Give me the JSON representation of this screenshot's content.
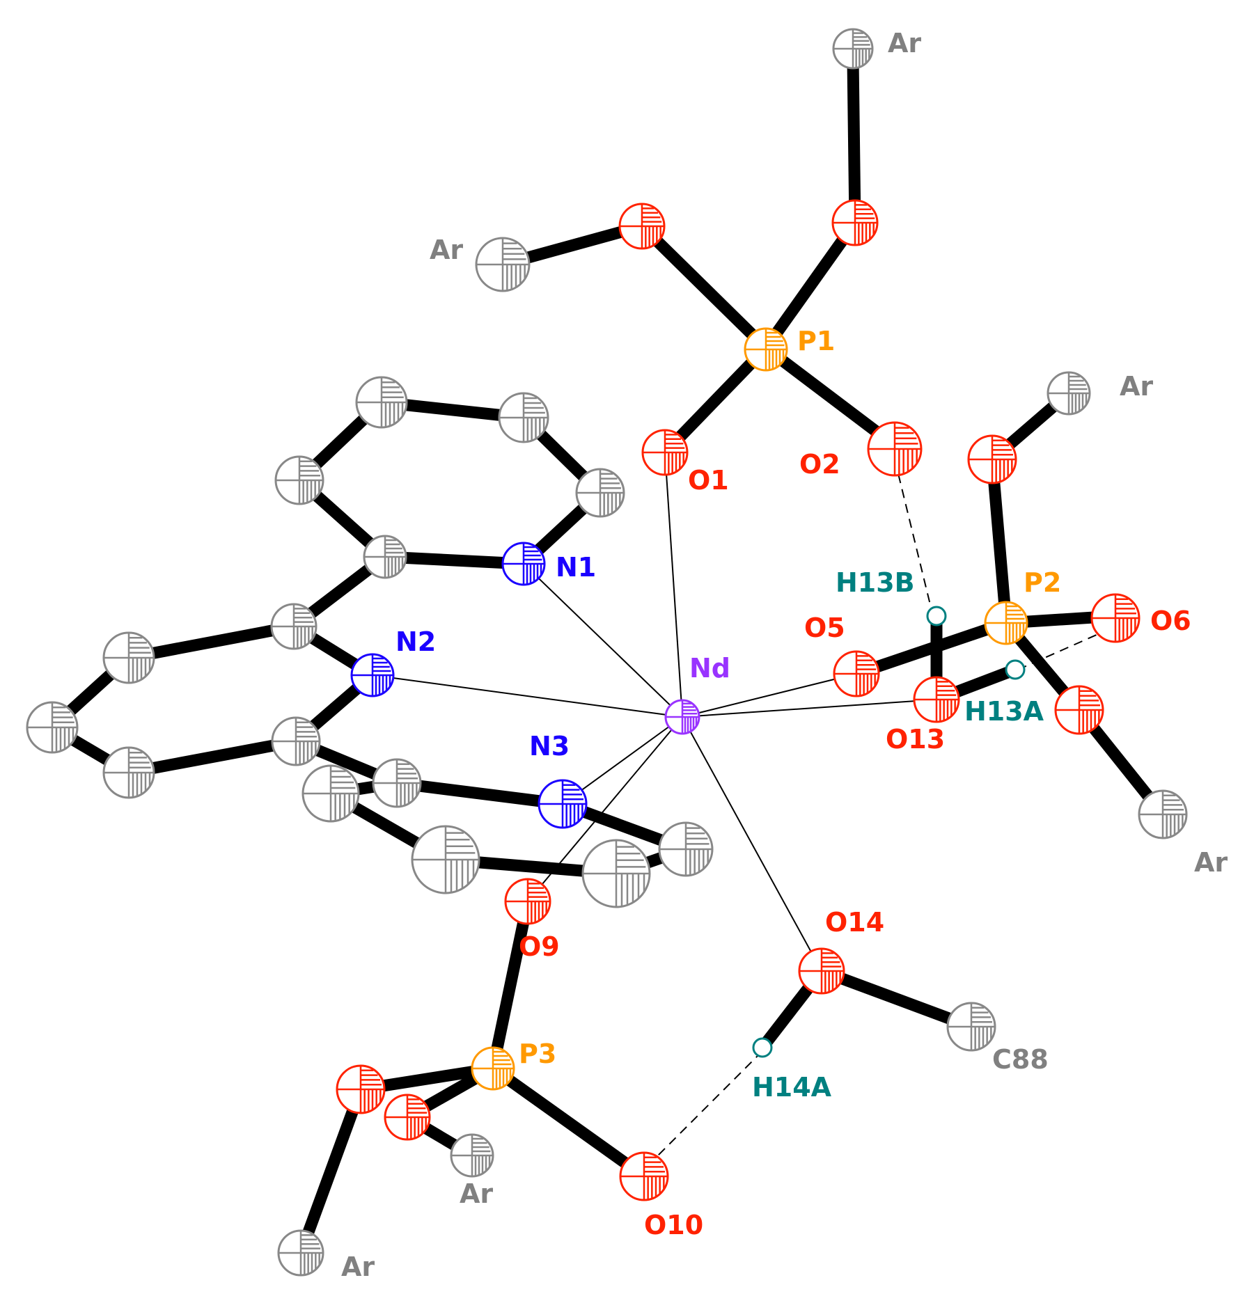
{
  "colors": {
    "carbon": "#888888",
    "oxygen": "#ff2200",
    "nitrogen": "#1a00ff",
    "phosphorus": "#ff9900",
    "neodymium": "#9933ff",
    "hydrogen": "#008080",
    "bond": "#000000"
  },
  "labels": {
    "ar_p1a": "Ar",
    "ar_p1b": "Ar",
    "ar_p2a": "Ar",
    "ar_p2b": "Ar",
    "ar_p3a": "Ar",
    "ar_p3b": "Ar",
    "p1": "P1",
    "p2": "P2",
    "p3": "P3",
    "o1": "O1",
    "o2": "O2",
    "o5": "O5",
    "o6": "O6",
    "o9": "O9",
    "o10": "O10",
    "o13": "O13",
    "o14": "O14",
    "n1": "N1",
    "n2": "N2",
    "n3": "N3",
    "nd": "Nd",
    "h13a": "H13A",
    "h13b": "H13B",
    "h14a": "H14A",
    "c88": "C88"
  }
}
